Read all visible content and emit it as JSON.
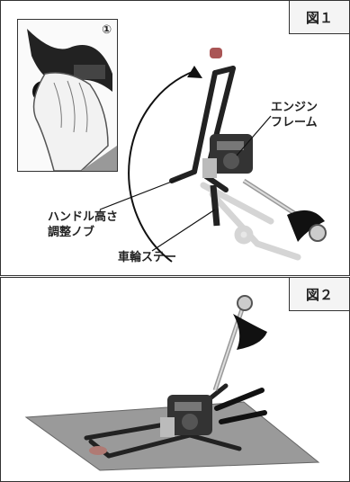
{
  "figure1": {
    "label": "図１",
    "inset_number": "①",
    "callouts": {
      "engine_frame": [
        "エンジン",
        "フレーム"
      ],
      "handle_knob": [
        "ハンドル高さ",
        "調整ノブ"
      ],
      "wheel_stay": "車輪ステー"
    }
  },
  "figure2": {
    "label": "図２"
  }
}
